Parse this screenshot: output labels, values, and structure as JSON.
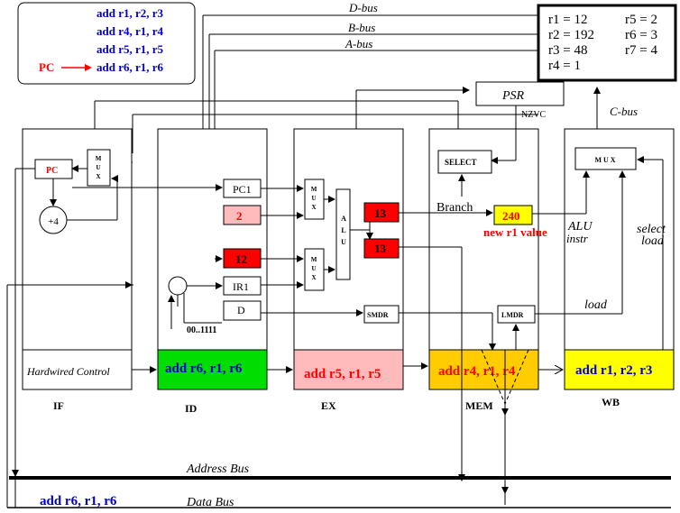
{
  "program": {
    "lines": [
      "add r1, r2, r3",
      "add r4, r1, r4",
      "add r5, r1, r5",
      "add r6, r1, r6"
    ],
    "pc_label": "PC"
  },
  "registers": {
    "col1": [
      "r1 = 12",
      "r2 = 192",
      "r3 = 48",
      "r4 = 1"
    ],
    "col2": [
      "r5 = 2",
      "r6 = 3",
      "r7 = 4"
    ]
  },
  "buses": {
    "d_bus": "D-bus",
    "b_bus": "B-bus",
    "a_bus": "A-bus",
    "c_bus": "C-bus",
    "address_bus": "Address Bus",
    "data_bus": "Data Bus",
    "data_bus_value": "add r6, r1, r6"
  },
  "stages": {
    "if": {
      "label": "IF",
      "instr": "Hardwired Control"
    },
    "id": {
      "label": "ID",
      "instr": "add r6, r1, r6"
    },
    "ex": {
      "label": "EX",
      "instr": "add r5, r1, r5"
    },
    "mem": {
      "label": "MEM",
      "instr": "add r4, r1, r4"
    },
    "wb": {
      "label": "WB",
      "instr": "add r1, r2, r3"
    }
  },
  "components": {
    "pc": "PC",
    "plus4": "+4",
    "mux_text": "M U X",
    "mux_wb": "M U X",
    "pc1": "PC1",
    "reg_b_value": "2",
    "reg_a_value": "12",
    "ir1": "IR1",
    "d": "D",
    "imm_range": "00..1111",
    "alu": "A L U",
    "ex_out1": "13",
    "ex_out2": "13",
    "smdr": "SMDR",
    "psr": "PSR",
    "nzvc": "NZVC",
    "select": "SELECT",
    "branch": "Branch",
    "result": "240",
    "new_r1": "new r1 value",
    "lmdr": "LMDR",
    "alu_instr_1": "ALU",
    "alu_instr_2": "instr",
    "select_load_1": "select",
    "select_load_2": "load",
    "load": "load"
  },
  "colors": {
    "id_stage": "#00dd00",
    "ex_stage": "#ffbbbb",
    "mem_stage": "#ffcc00",
    "wb_stage": "#ffff00",
    "red_reg": "#ff0000",
    "pink_reg": "#ffbbbb",
    "result_box": "#ffff00",
    "blue_text": "#0000cc",
    "red_text": "#ff0000"
  }
}
